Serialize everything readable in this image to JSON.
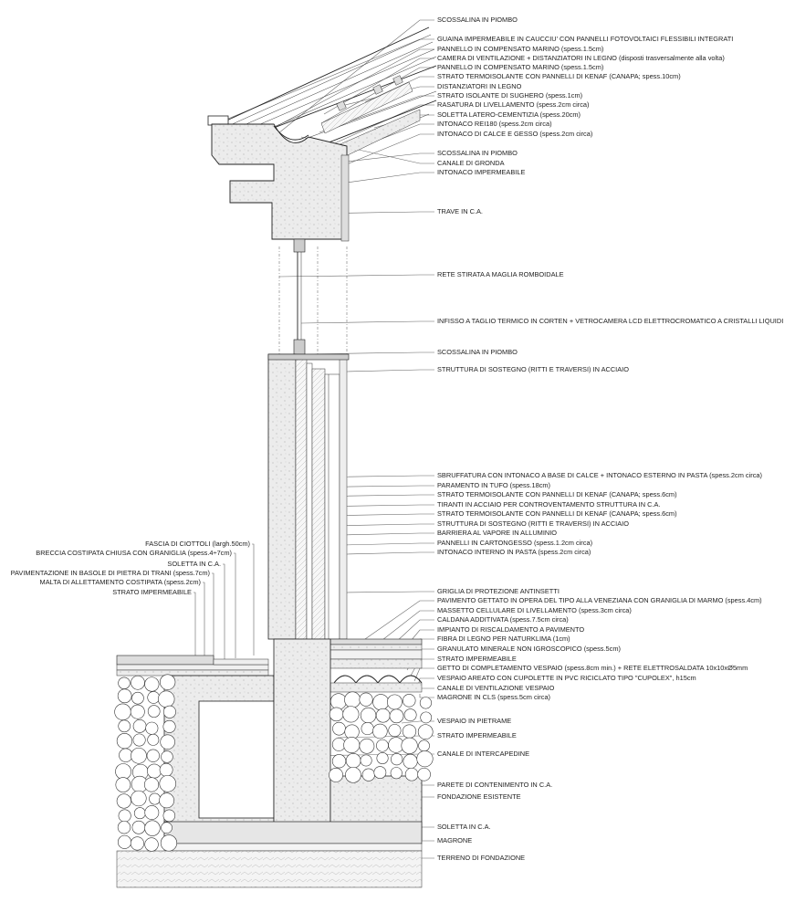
{
  "labels_right": [
    "SCOSSALINA IN PIOMBO",
    "GUAINA IMPERMEABILE IN CAUCCIU' CON PANNELLI FOTOVOLTAICI FLESSIBILI INTEGRATI",
    "PANNELLO IN COMPENSATO MARINO (spess.1.5cm)",
    "CAMERA DI VENTILAZIONE + DISTANZIATORI IN LEGNO (disposti trasversalmente alla volta)",
    "PANNELLO IN COMPENSATO MARINO (spess.1.5cm)",
    "STRATO TERMOISOLANTE CON PANNELLI DI KENAF (CANAPA; spess.10cm)",
    "DISTANZIATORI IN LEGNO",
    "STRATO ISOLANTE DI SUGHERO (spess.1cm)",
    "RASATURA DI LIVELLAMENTO (spess.2cm circa)",
    "SOLETTA LATERO-CEMENTIZIA (spess.20cm)",
    "INTONACO REI180 (spess.2cm circa)",
    "INTONACO DI CALCE E GESSO (spess.2cm circa)",
    "SCOSSALINA IN PIOMBO",
    "CANALE DI GRONDA",
    "INTONACO IMPERMEABILE",
    "TRAVE IN C.A.",
    "RETE STIRATA A MAGLIA ROMBOIDALE",
    "INFISSO A TAGLIO TERMICO IN CORTEN + VETROCAMERA LCD ELETTROCROMATICO A CRISTALLI LIQUIDI",
    "SCOSSALINA IN PIOMBO",
    "STRUTTURA DI SOSTEGNO (RITTI E TRAVERSI) IN ACCIAIO",
    "SBRUFFATURA CON INTONACO A BASE DI CALCE + INTONACO ESTERNO IN PASTA (spess.2cm circa)",
    "PARAMENTO IN TUFO (spess.18cm)",
    "STRATO TERMOISOLANTE CON PANNELLI DI KENAF (CANAPA; spess.6cm)",
    "TIRANTI IN ACCIAIO PER CONTROVENTAMENTO STRUTTURA IN C.A.",
    "STRATO TERMOISOLANTE CON PANNELLI DI KENAF (CANAPA; spess.6cm)",
    "STRUTTURA DI SOSTEGNO (RITTI E TRAVERSI) IN ACCIAIO",
    "BARRIERA AL VAPORE IN ALLUMINIO",
    "PANNELLI IN CARTONGESSO (spess.1.2cm circa)",
    "INTONACO INTERNO IN PASTA (spess.2cm circa)",
    "GRIGLIA DI PROTEZIONE ANTINSETTI",
    "PAVIMENTO GETTATO IN OPERA DEL TIPO ALLA VENEZIANA CON GRANIGLIA DI MARMO (spess.4cm)",
    "MASSETTO CELLULARE DI LIVELLAMENTO (spess.3cm circa)",
    "CALDANA ADDITIVATA (spess.7.5cm circa)",
    "IMPIANTO DI RISCALDAMENTO A PAVIMENTO",
    "FIBRA DI LEGNO PER NATURKLIMA (1cm)",
    "GRANULATO MINERALE NON IGROSCOPICO (spess.5cm)",
    "STRATO IMPERMEABILE",
    "GETTO DI COMPLETAMENTO VESPAIO (spess.8cm min.) + RETE ELETTROSALDATA 10x10xØ5mm",
    "VESPAIO AREATO CON CUPOLETTE IN PVC RICICLATO TIPO \"CUPOLEX\", h15cm",
    "CANALE DI VENTILAZIONE VESPAIO",
    "MAGRONE IN CLS (spess.5cm circa)",
    "VESPAIO IN PIETRAME",
    "STRATO IMPERMEABILE",
    "CANALE DI INTERCAPEDINE",
    "PARETE DI CONTENIMENTO IN C.A.",
    "FONDAZIONE ESISTENTE",
    "SOLETTA IN C.A.",
    "MAGRONE",
    "TERRENO DI FONDAZIONE"
  ],
  "labels_left": [
    "FASCIA DI CIOTTOLI (largh.50cm)",
    "BRECCIA COSTIPATA CHIUSA CON GRANIGLIA (spess.4÷7cm)",
    "SOLETTA IN C.A.",
    "PAVIMENTAZIONE IN BASOLE DI PIETRA DI TRANI (spess.7cm)",
    "MALTA DI ALLETTAMENTO COSTIPATA (spess.2cm)",
    "STRATO IMPERMEABILE"
  ]
}
